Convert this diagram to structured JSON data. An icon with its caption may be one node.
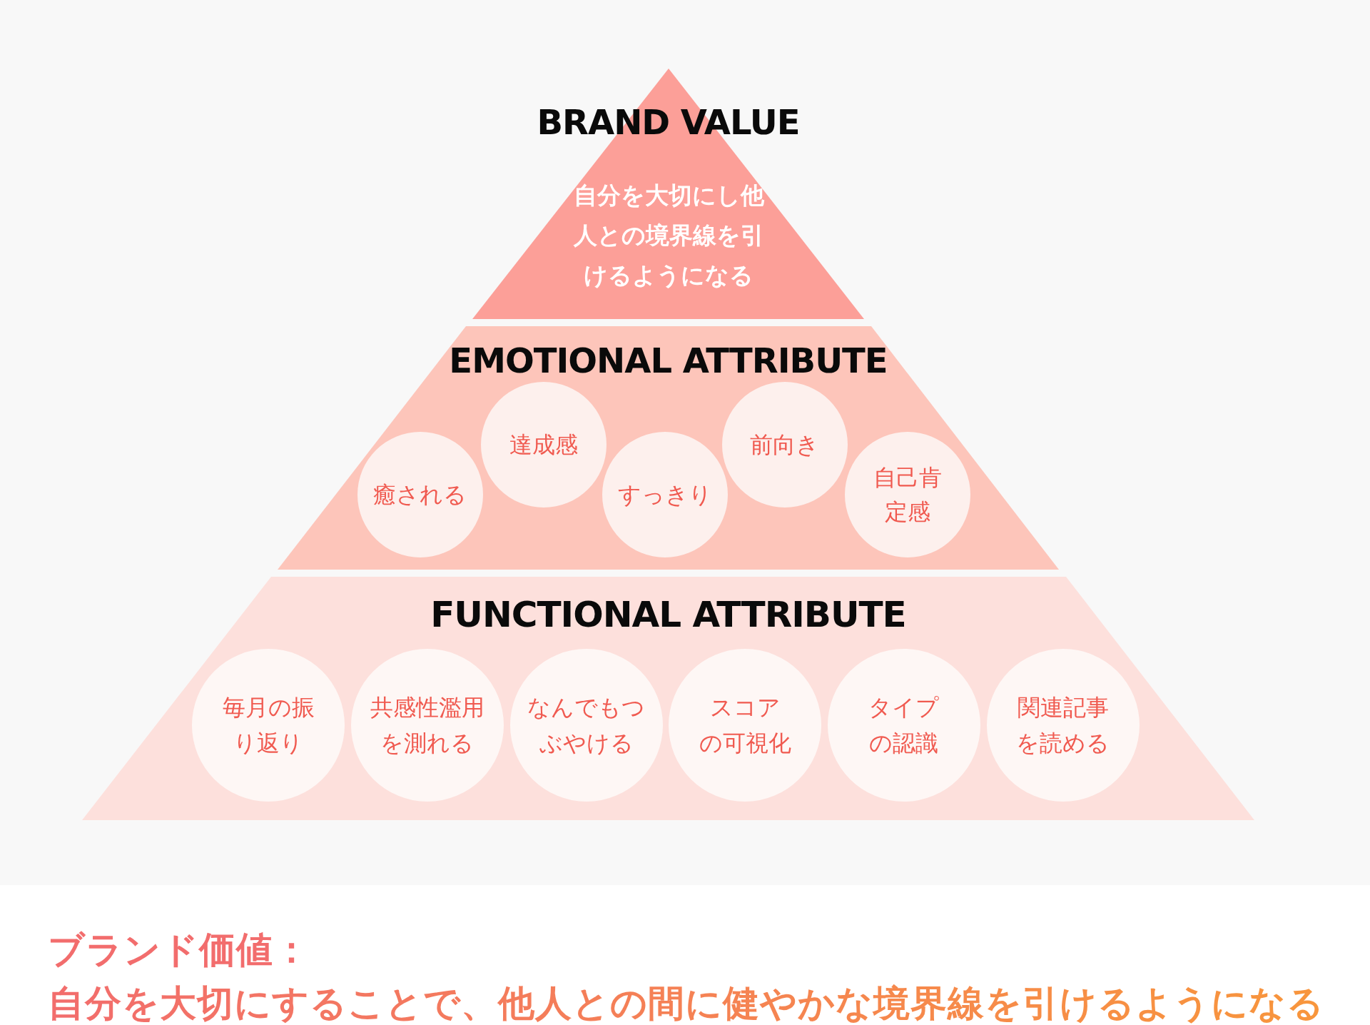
{
  "diagram": {
    "nodes": [
      {
        "text": [
          "BRAND VALUE",
          "自分を大切にし他人との境界線を引けるようになる"
        ]
      },
      {
        "text": [
          "EMOTIONAL ATTRIBUTE"
        ]
      },
      {
        "text": [
          "癒される"
        ],
        "in": 1
      },
      {
        "text": [
          "達成感"
        ],
        "in": 1
      },
      {
        "text": [
          "すっきり"
        ],
        "in": 1
      },
      {
        "text": [
          "前向き"
        ],
        "in": 1
      },
      {
        "text": [
          "自己肯定感"
        ],
        "in": 1
      },
      {
        "text": [
          "FUNCTIONAL ATTRIBUTE"
        ]
      },
      {
        "text": [
          "毎月の振り返り"
        ],
        "in": 7
      },
      {
        "text": [
          "共感性濫用を測れる"
        ],
        "in": 7
      },
      {
        "text": [
          "なんでもつぶやける"
        ],
        "in": 7
      },
      {
        "text": [
          "スコアの可視化"
        ],
        "in": 7
      },
      {
        "text": [
          "タイプの認識"
        ],
        "in": 7
      },
      {
        "text": [
          "関連記事を読める"
        ],
        "in": 7
      }
    ],
    "labels": [
      "ブランド価値：",
      "自分を大切にすることで、他人との間に健やかな境界線を引けるようになる"
    ]
  }
}
